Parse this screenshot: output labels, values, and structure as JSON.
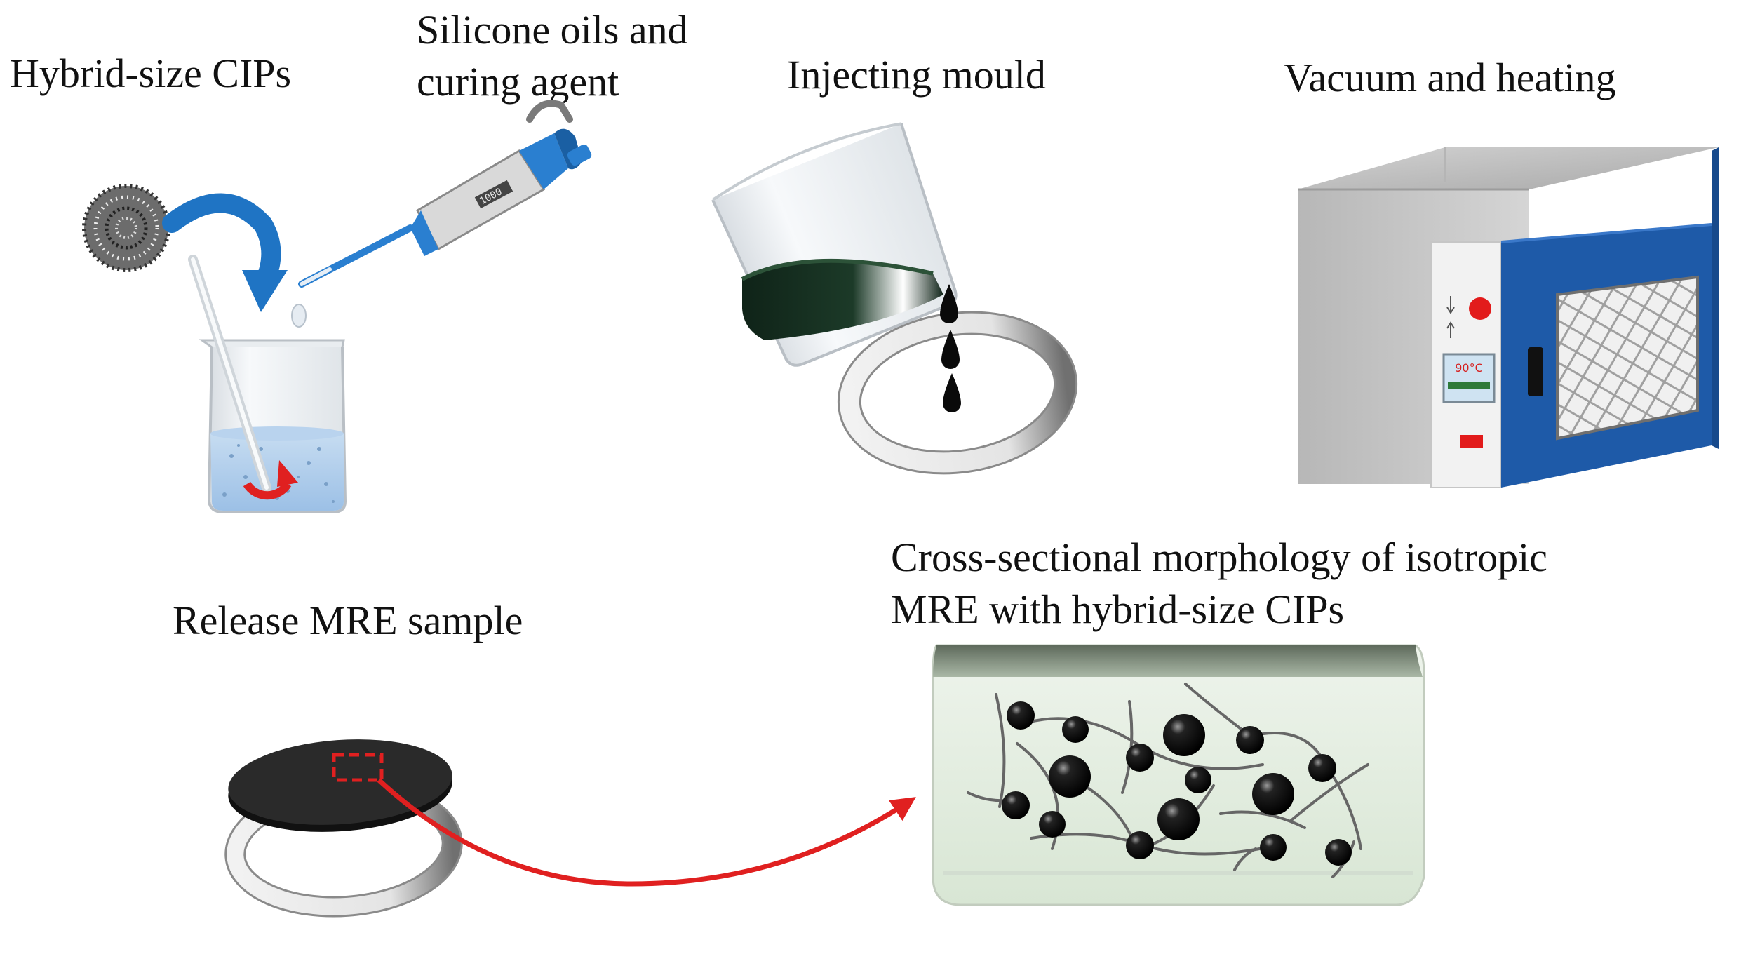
{
  "labels": {
    "hybrid_cips": "Hybrid-size CIPs",
    "silicone_line1": "Silicone oils and",
    "silicone_line2": "curing agent",
    "injecting": "Injecting mould",
    "vacuum": "Vacuum and heating",
    "release": "Release MRE sample",
    "cross_line1": "Cross-sectional morphology of isotropic",
    "cross_line2": "MRE with hybrid-size CIPs"
  },
  "pipette": {
    "display": "1000"
  },
  "oven": {
    "temperature": "90°C"
  },
  "colors": {
    "arrow_blue": "#1f74c4",
    "arrow_red": "#e02020",
    "oven_blue": "#1e5aa8",
    "fluid_dark": "#0f2318"
  }
}
